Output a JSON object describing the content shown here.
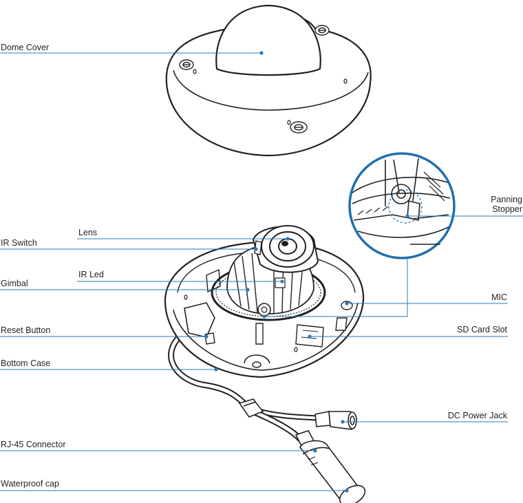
{
  "labels": {
    "dome_cover": "Dome Cover",
    "lens": "Lens",
    "ir_switch": "IR Switch",
    "ir_led": "IR Led",
    "gimbal": "Gimbal",
    "reset_button": "Reset Button",
    "bottom_case": "Bottom Case",
    "rj45_connector": "RJ-45 Connector",
    "waterproof_cap": "Waterproof cap",
    "panning_stopper_1": "Panning",
    "panning_stopper_2": "Stopper",
    "mic": "MIC",
    "sd_card_slot": "SD Card Slot",
    "dc_power_jack": "DC Power Jack"
  },
  "colors": {
    "leader_line": "#2a7ab8",
    "zoom_ring": "#1f6fad",
    "drawing_stroke": "#231f20",
    "text": "#231f20"
  }
}
